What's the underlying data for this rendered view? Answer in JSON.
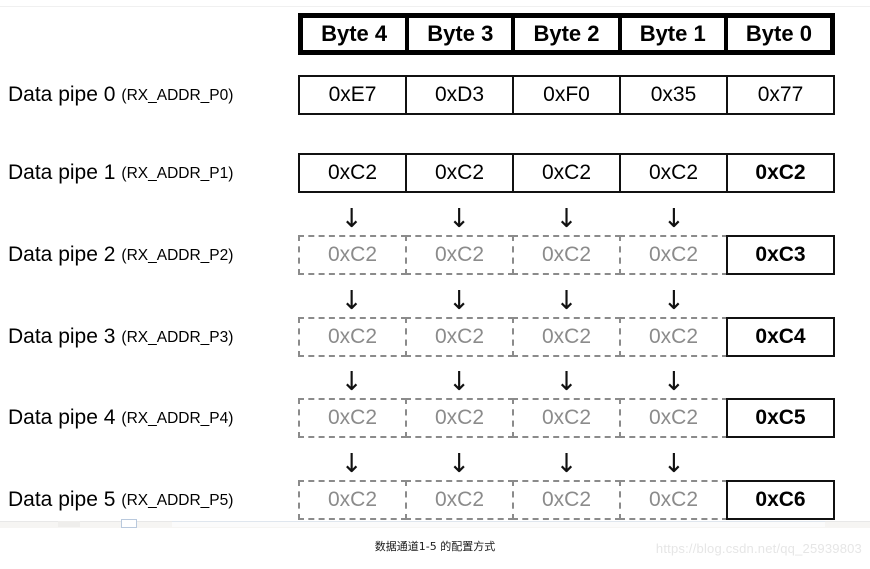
{
  "figure": {
    "caption": "数据通道1-5 的配置方式",
    "watermark": "https://blog.csdn.net/qq_25939803",
    "colors": {
      "ink": "#000000",
      "ghost_gray": "#8b8b8b",
      "background": "#ffffff",
      "watermark_gray": "#e6e6e6"
    },
    "arrow_glyph": "↓"
  },
  "table": {
    "headers": [
      "Byte 4",
      "Byte 3",
      "Byte 2",
      "Byte 1",
      "Byte 0"
    ],
    "rows": [
      {
        "label": "Data pipe 0",
        "register": "(RX_ADDR_P0)",
        "has_arrows_above": false,
        "cells": [
          {
            "value": "0xE7",
            "style": "solid",
            "bold": false
          },
          {
            "value": "0xD3",
            "style": "solid",
            "bold": false
          },
          {
            "value": "0xF0",
            "style": "solid",
            "bold": false
          },
          {
            "value": "0x35",
            "style": "solid",
            "bold": false
          },
          {
            "value": "0x77",
            "style": "solid",
            "bold": false
          }
        ]
      },
      {
        "label": "Data pipe 1",
        "register": "(RX_ADDR_P1)",
        "has_arrows_above": false,
        "cells": [
          {
            "value": "0xC2",
            "style": "solid",
            "bold": false
          },
          {
            "value": "0xC2",
            "style": "solid",
            "bold": false
          },
          {
            "value": "0xC2",
            "style": "solid",
            "bold": false
          },
          {
            "value": "0xC2",
            "style": "solid",
            "bold": false
          },
          {
            "value": "0xC2",
            "style": "solid",
            "bold": true
          }
        ]
      },
      {
        "label": "Data pipe 2",
        "register": "(RX_ADDR_P2)",
        "has_arrows_above": true,
        "cells": [
          {
            "value": "0xC2",
            "style": "ghost",
            "bold": false
          },
          {
            "value": "0xC2",
            "style": "ghost",
            "bold": false
          },
          {
            "value": "0xC2",
            "style": "ghost",
            "bold": false
          },
          {
            "value": "0xC2",
            "style": "ghost",
            "bold": false
          },
          {
            "value": "0xC3",
            "style": "solid",
            "bold": true
          }
        ]
      },
      {
        "label": "Data pipe 3",
        "register": "(RX_ADDR_P3)",
        "has_arrows_above": true,
        "cells": [
          {
            "value": "0xC2",
            "style": "ghost",
            "bold": false
          },
          {
            "value": "0xC2",
            "style": "ghost",
            "bold": false
          },
          {
            "value": "0xC2",
            "style": "ghost",
            "bold": false
          },
          {
            "value": "0xC2",
            "style": "ghost",
            "bold": false
          },
          {
            "value": "0xC4",
            "style": "solid",
            "bold": true
          }
        ]
      },
      {
        "label": "Data pipe 4",
        "register": "(RX_ADDR_P4)",
        "has_arrows_above": true,
        "cells": [
          {
            "value": "0xC2",
            "style": "ghost",
            "bold": false
          },
          {
            "value": "0xC2",
            "style": "ghost",
            "bold": false
          },
          {
            "value": "0xC2",
            "style": "ghost",
            "bold": false
          },
          {
            "value": "0xC2",
            "style": "ghost",
            "bold": false
          },
          {
            "value": "0xC5",
            "style": "solid",
            "bold": true
          }
        ]
      },
      {
        "label": "Data pipe 5",
        "register": "(RX_ADDR_P5)",
        "has_arrows_above": true,
        "cells": [
          {
            "value": "0xC2",
            "style": "ghost",
            "bold": false
          },
          {
            "value": "0xC2",
            "style": "ghost",
            "bold": false
          },
          {
            "value": "0xC2",
            "style": "ghost",
            "bold": false
          },
          {
            "value": "0xC2",
            "style": "ghost",
            "bold": false
          },
          {
            "value": "0xC6",
            "style": "solid",
            "bold": true
          }
        ]
      }
    ]
  }
}
